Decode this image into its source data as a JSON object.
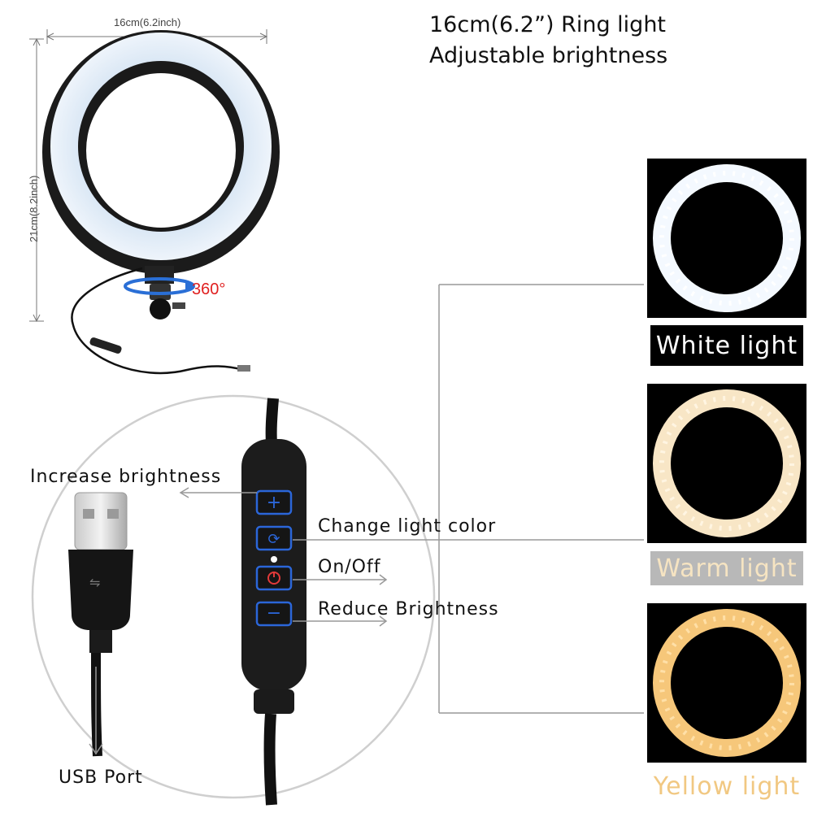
{
  "title": {
    "line1": "16cm(6.2”) Ring light",
    "line2": "Adjustable brightness"
  },
  "dimensions": {
    "width_label": "16cm(6.2inch)",
    "height_label": "21cm(8.2inch)",
    "rotation_label": "360°"
  },
  "remote": {
    "increase": "Increase brightness",
    "change_color": "Change light color",
    "power": "On/Off",
    "reduce": "Reduce Brightness",
    "usb_port": "USB Port"
  },
  "light_modes": [
    {
      "label": "White light",
      "color": "#f4f9ff"
    },
    {
      "label": "Warm light",
      "color": "#f8e6c6"
    },
    {
      "label": "Yellow light",
      "color": "#f6c77a"
    }
  ],
  "colors": {
    "button_accent": "#2b66d9",
    "rotation_red": "#e02020",
    "callout_line": "#999999"
  }
}
